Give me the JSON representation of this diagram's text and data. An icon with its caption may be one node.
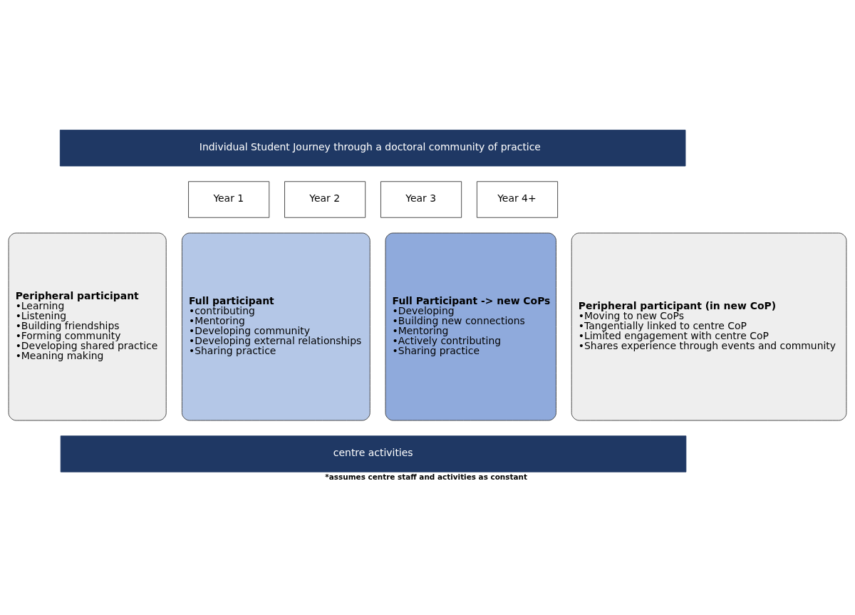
{
  "diagram": {
    "caption": "*assumes centre staff and activities as constant",
    "nodes": [
      {
        "text": [
          "Individual Student Journey through a doctoral community of practice"
        ]
      },
      {
        "text": [
          "Year 1"
        ]
      },
      {
        "text": [
          "Year 2"
        ]
      },
      {
        "text": [
          "Year 3"
        ]
      },
      {
        "text": [
          "Year 4+"
        ]
      },
      {
        "text": [
          "Peripheral participant",
          "•Learning",
          "•Listening",
          "•Building friendships",
          "•Forming community",
          "•Developing shared practice",
          "•Meaning making"
        ]
      },
      {
        "text": [
          "Full participant",
          "•contributing",
          "•Mentoring",
          "•Developing community",
          "•Developing external relationships",
          "•Sharing practice"
        ]
      },
      {
        "text": [
          "Full Participant -> new CoPs",
          "•Developing",
          "•Building new connections",
          "•Mentoring",
          "•Actively contributing",
          "•Sharing practice"
        ]
      },
      {
        "text": [
          "Peripheral participant (in new CoP)",
          "•Moving to new CoPs",
          "•Tangentially linked to centre CoP",
          "•Limited engagement with centre CoP",
          "•Shares experience through events and community"
        ]
      },
      {
        "text": [
          "centre activities"
        ]
      }
    ]
  }
}
